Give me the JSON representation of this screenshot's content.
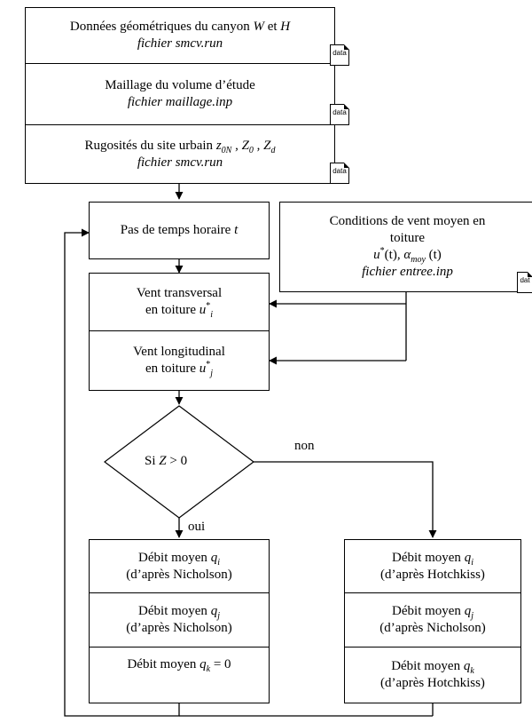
{
  "inputs": {
    "geometry": {
      "line1": "Données géométriques du canyon ",
      "var_w": "W",
      "and": " et ",
      "var_h": "H",
      "file": "fichier smcv.run"
    },
    "mesh": {
      "line1": "Maillage du volume d’étude",
      "file": "fichier maillage.inp"
    },
    "roughness": {
      "line1": "Rugosités du site urbain ",
      "z": "z",
      "z_sub": "0N",
      "sep1": " , ",
      "z0": "Z",
      "z0_sub": "0",
      "sep2": " , ",
      "zd": "Z",
      "zd_sub": "d",
      "file": "fichier smcv.run"
    },
    "data_label": "data",
    "data_label_cut": "dat"
  },
  "time_step": {
    "text": "Pas de temps horaire ",
    "var": "t"
  },
  "wind_conditions": {
    "line1": "Conditions de vent moyen en",
    "line2": "toiture",
    "u": "u",
    "u_sup": "*",
    "u_arg": "(t)",
    "comma": ", ",
    "alpha": "α",
    "alpha_sub": "moy",
    "alpha_arg": " (t)",
    "file": "fichier entree.inp"
  },
  "wind": {
    "transversal": {
      "line1": "Vent transversal",
      "line2": "en toiture ",
      "var": "u",
      "sup": "*",
      "sub": "i"
    },
    "longitudinal": {
      "line1": "Vent longitudinal",
      "line2": "en toiture ",
      "var": "u",
      "sup": "*",
      "sub": "j"
    }
  },
  "decision": {
    "text": "Si ",
    "var": "Z",
    "cond": " > 0",
    "yes": "oui",
    "no": "non"
  },
  "branch_left": {
    "qi": {
      "line1": "Débit moyen ",
      "var": "q",
      "sub": "i",
      "line2": "(d’après Nicholson)"
    },
    "qj": {
      "line1": "Débit moyen ",
      "var": "q",
      "sub": "j",
      "line2": "(d’après Nicholson)"
    },
    "qk": {
      "line1": "Débit moyen ",
      "var": "q",
      "sub": "k",
      "rest": " = 0"
    }
  },
  "branch_right": {
    "qi": {
      "line1": "Débit moyen ",
      "var": "q",
      "sub": "i",
      "line2": "(d’après Hotchkiss)"
    },
    "qj": {
      "line1": "Débit moyen ",
      "var": "q",
      "sub": "j",
      "line2": "(d’après Nicholson)"
    },
    "qk": {
      "line1": "Débit moyen ",
      "var": "q",
      "sub": "k",
      "line2": "(d’après Hotchkiss)"
    }
  }
}
